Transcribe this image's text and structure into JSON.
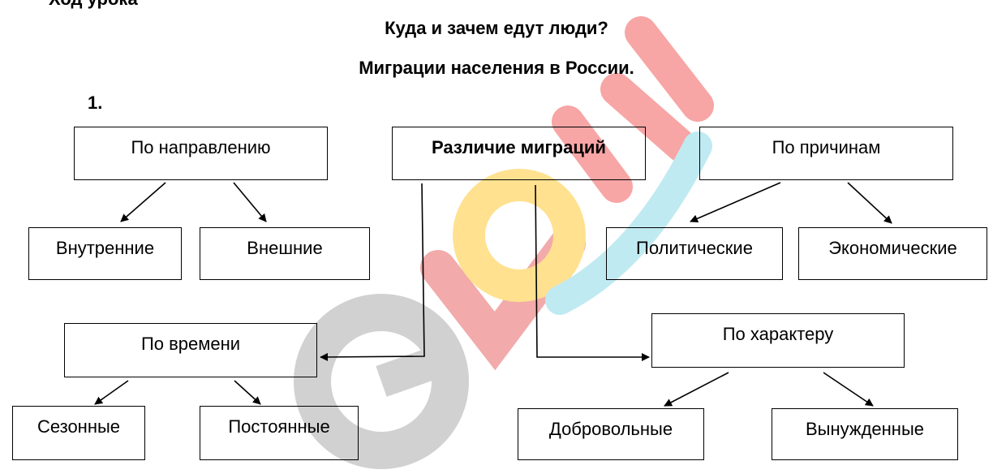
{
  "header": {
    "cut_text": "Ход урока",
    "title": "Куда и зачем едут люди?",
    "subtitle": "Миграции населения в России.",
    "number": "1."
  },
  "diagram": {
    "center": "Различие миграций",
    "direction": {
      "label": "По направлению",
      "children": [
        "Внутренние",
        "Внешние"
      ]
    },
    "cause": {
      "label": "По причинам",
      "children": [
        "Политические",
        "Экономические"
      ]
    },
    "time": {
      "label": "По времени",
      "children": [
        "Сезонные",
        "Постоянные"
      ]
    },
    "character": {
      "label": "По характеру",
      "children": [
        "Добровольные",
        "Вынужденные"
      ]
    }
  },
  "watermark": {
    "text": "eurokí",
    "colors": [
      "#c8c8c8",
      "#f7a1a1",
      "#ffe58a",
      "#b9e7ef"
    ]
  }
}
